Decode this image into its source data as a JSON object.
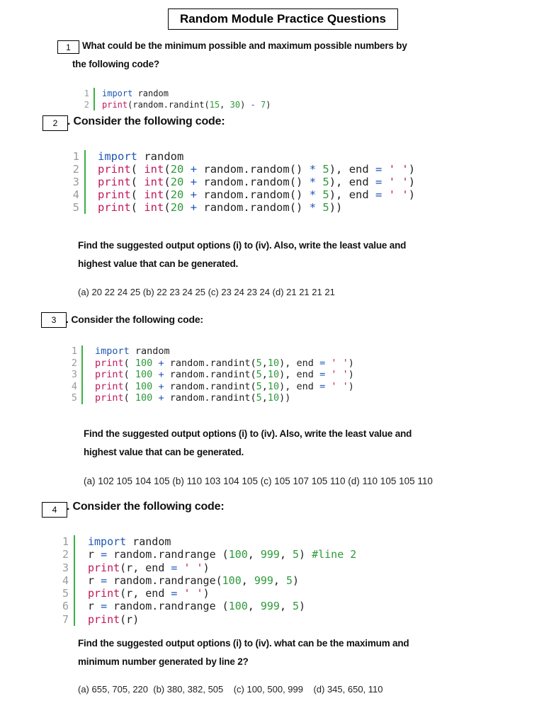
{
  "title": "Random Module Practice Questions",
  "q1": {
    "number": "1",
    "text_line1": "What could be the minimum possible and maximum possible numbers by",
    "text_line2": "the following code?",
    "code": [
      "import random",
      "print(random.randint(15, 30) - 7)"
    ]
  },
  "q2": {
    "number": "2",
    "heading": ". Consider the following code:",
    "code": [
      "import random",
      "print( int(20 + random.random() * 5), end = ' ')",
      "print( int(20 + random.random() * 5), end = ' ')",
      "print( int(20 + random.random() * 5), end = ' ')",
      "print( int(20 + random.random() * 5))"
    ],
    "text_line1": "Find the suggested output options (i) to (iv). Also, write the least value and",
    "text_line2": "highest value that can be generated.",
    "options": "(a) 20 22 24 25 (b) 22 23 24 25 (c) 23 24 23 24 (d) 21 21 21 21"
  },
  "q3": {
    "number": "3",
    "heading": ". Consider the following code:",
    "code": [
      "import random",
      "print( 100 + random.randint(5,10), end = ' ')",
      "print( 100 + random.randint(5,10), end = ' ')",
      "print( 100 + random.randint(5,10), end = ' ')",
      "print( 100 + random.randint(5,10))"
    ],
    "text_line1": "Find the suggested output options (i) to (iv). Also, write the least value and",
    "text_line2": "highest value that can be generated.",
    "options": "(a) 102 105 104 105 (b) 110 103 104 105 (c) 105 107 105 110 (d) 110 105 105 110"
  },
  "q4": {
    "number": "4",
    "heading": ". Consider the following code:",
    "code": [
      "import random",
      "r = random.randrange (100, 999, 5) #line 2",
      "print(r, end = ' ')",
      "r = random.randrange(100, 999, 5)",
      "print(r, end = ' ')",
      "r = random.randrange (100, 999, 5)",
      "print(r)"
    ],
    "text_line1": "Find the suggested output options (i) to (iv). what can be the maximum and",
    "text_line2": "minimum number generated by line 2?",
    "options": "(a) 655, 705, 220  (b) 380, 382, 505    (c) 100, 500, 999    (d) 345, 650, 110"
  }
}
